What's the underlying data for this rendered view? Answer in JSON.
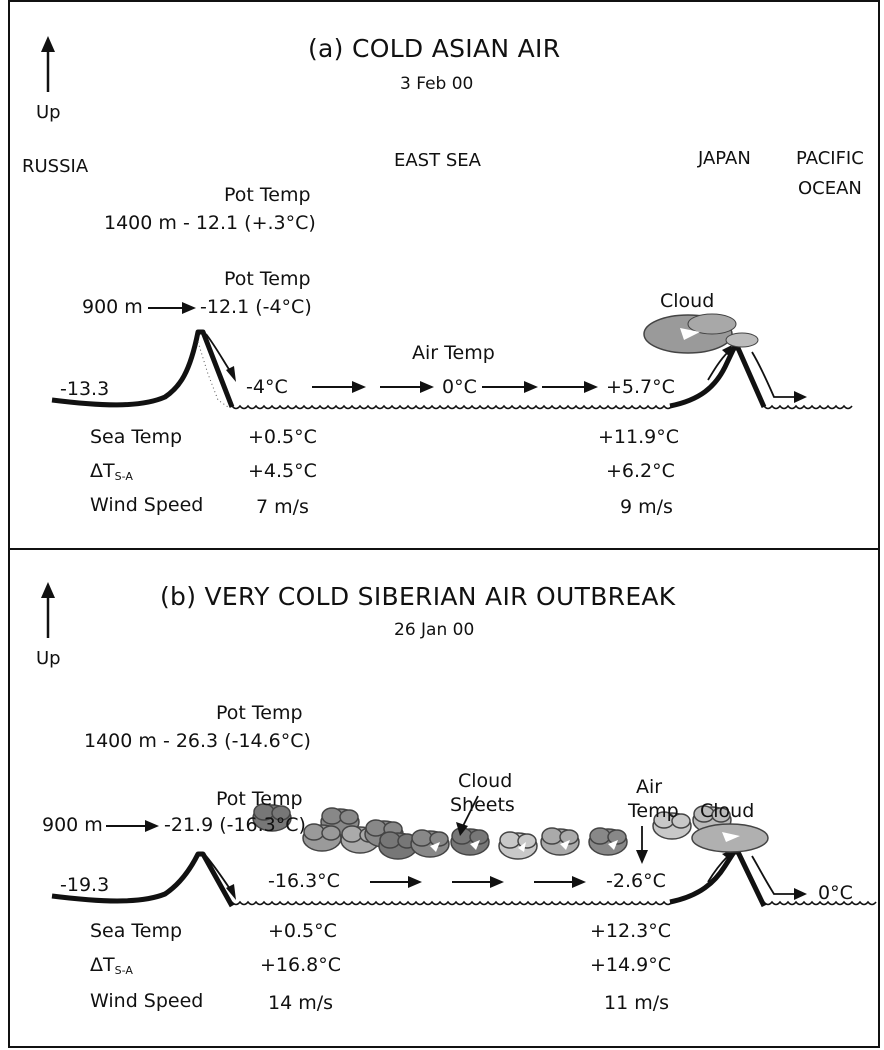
{
  "panel_a": {
    "up": "Up",
    "title": "(a) COLD ASIAN AIR",
    "date": "3 Feb 00",
    "regions": {
      "russia": "RUSSIA",
      "east_sea": "EAST SEA",
      "japan": "JAPAN",
      "pacific_1": "PACIFIC",
      "pacific_2": "OCEAN"
    },
    "pot_temp_high_label": "Pot Temp",
    "pot_temp_high_value": "1400 m - 12.1  (+.3°C)",
    "pot_temp_low_label": "Pot Temp",
    "alt_900": "900 m",
    "pot_temp_low_value": "-12.1  (-4°C)",
    "cloud": "Cloud",
    "air_temp": "Air Temp",
    "inland_temp": "-13.3",
    "air_temps": [
      "-4°C",
      "0°C",
      "+5.7°C"
    ],
    "rows": {
      "sea_temp": {
        "label": "Sea Temp",
        "west": "+0.5°C",
        "east": "+11.9°C"
      },
      "delta_t": {
        "label_main": "ΔT",
        "label_sub": "S-A",
        "west": "+4.5°C",
        "east": "+6.2°C"
      },
      "wind_speed": {
        "label": "Wind Speed",
        "west": "7 m/s",
        "east": "9 m/s"
      }
    }
  },
  "panel_b": {
    "up": "Up",
    "title": "(b) VERY COLD SIBERIAN AIR OUTBREAK",
    "date": "26 Jan 00",
    "pot_temp_high_label": "Pot Temp",
    "pot_temp_high_value": "1400 m - 26.3  (-14.6°C)",
    "pot_temp_low_label": "Pot Temp",
    "alt_900": "900 m",
    "pot_temp_low_value": "-21.9  (-16.3°C)",
    "cloud_sheets_1": "Cloud",
    "cloud_sheets_2": "Sheets",
    "air_temp_1": "Air",
    "air_temp_2": "Temp",
    "cloud": "Cloud",
    "inland_temp": "-19.3",
    "air_temps": [
      "-16.3°C",
      "-2.6°C",
      "0°C"
    ],
    "rows": {
      "sea_temp": {
        "label": "Sea Temp",
        "west": "+0.5°C",
        "east": "+12.3°C"
      },
      "delta_t": {
        "label_main": "ΔT",
        "label_sub": "S-A",
        "west": "+16.8°C",
        "east": "+14.9°C"
      },
      "wind_speed": {
        "label": "Wind Speed",
        "west": "14 m/s",
        "east": "11 m/s"
      }
    }
  },
  "colors": {
    "line": "#111111",
    "cloud_light": "#c8c8c8",
    "cloud_mid": "#9a9a9a",
    "cloud_dark": "#777777",
    "cloud_edge": "#444444"
  }
}
